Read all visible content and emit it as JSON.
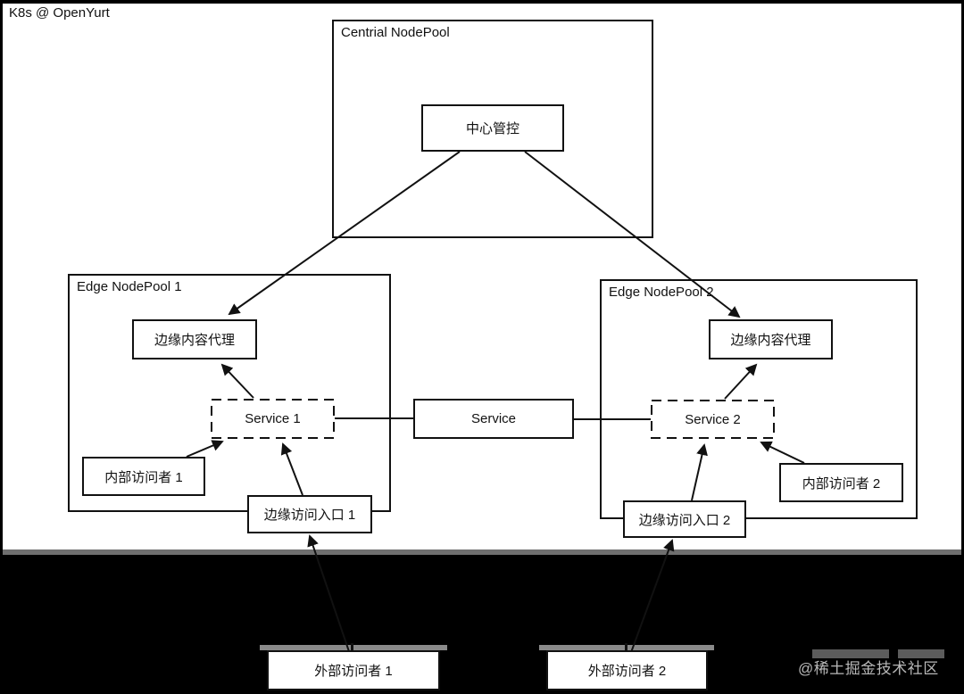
{
  "title": "K8s @ OpenYurt",
  "diagram": {
    "containers": {
      "central_nodepool": {
        "label": "Centrial NodePool"
      },
      "edge_nodepool_1": {
        "label": "Edge NodePool 1"
      },
      "edge_nodepool_2": {
        "label": "Edge NodePool 2"
      }
    },
    "nodes": {
      "central_control": {
        "label": "中心管控"
      },
      "edge_content_proxy_1": {
        "label": "边缘内容代理"
      },
      "service_1": {
        "label": "Service 1"
      },
      "internal_visitor_1": {
        "label": "内部访问者 1"
      },
      "edge_access_entry_1": {
        "label": "边缘访问入口 1"
      },
      "service_middle": {
        "label": "Service"
      },
      "edge_content_proxy_2": {
        "label": "边缘内容代理"
      },
      "service_2": {
        "label": "Service 2"
      },
      "internal_visitor_2": {
        "label": "内部访问者 2"
      },
      "edge_access_entry_2": {
        "label": "边缘访问入口 2"
      },
      "external_visitor_1": {
        "label": "外部访问者 1"
      },
      "external_visitor_2": {
        "label": "外部访问者 2"
      }
    },
    "edges": [
      {
        "from": "central_control",
        "to": "edge_content_proxy_1",
        "style": "arrow"
      },
      {
        "from": "central_control",
        "to": "edge_content_proxy_2",
        "style": "arrow"
      },
      {
        "from": "service_1",
        "to": "edge_content_proxy_1",
        "style": "arrow"
      },
      {
        "from": "service_2",
        "to": "edge_content_proxy_2",
        "style": "arrow"
      },
      {
        "from": "internal_visitor_1",
        "to": "service_1",
        "style": "arrow"
      },
      {
        "from": "internal_visitor_2",
        "to": "service_2",
        "style": "arrow"
      },
      {
        "from": "edge_access_entry_1",
        "to": "service_1",
        "style": "arrow"
      },
      {
        "from": "edge_access_entry_2",
        "to": "service_2",
        "style": "arrow"
      },
      {
        "from": "external_visitor_1",
        "to": "edge_access_entry_1",
        "style": "arrow"
      },
      {
        "from": "external_visitor_2",
        "to": "edge_access_entry_2",
        "style": "arrow"
      },
      {
        "from": "service_1",
        "to": "service_middle",
        "style": "line"
      },
      {
        "from": "service_middle",
        "to": "service_2",
        "style": "line"
      }
    ]
  },
  "watermark": {
    "text": "@稀土掘金技术社区"
  },
  "colors": {
    "line": "#111111",
    "background": "#ffffff",
    "letterbox": "#000000",
    "letterbox_divider": "#6f6f6f",
    "watermark_text": "#b8b8b8"
  }
}
